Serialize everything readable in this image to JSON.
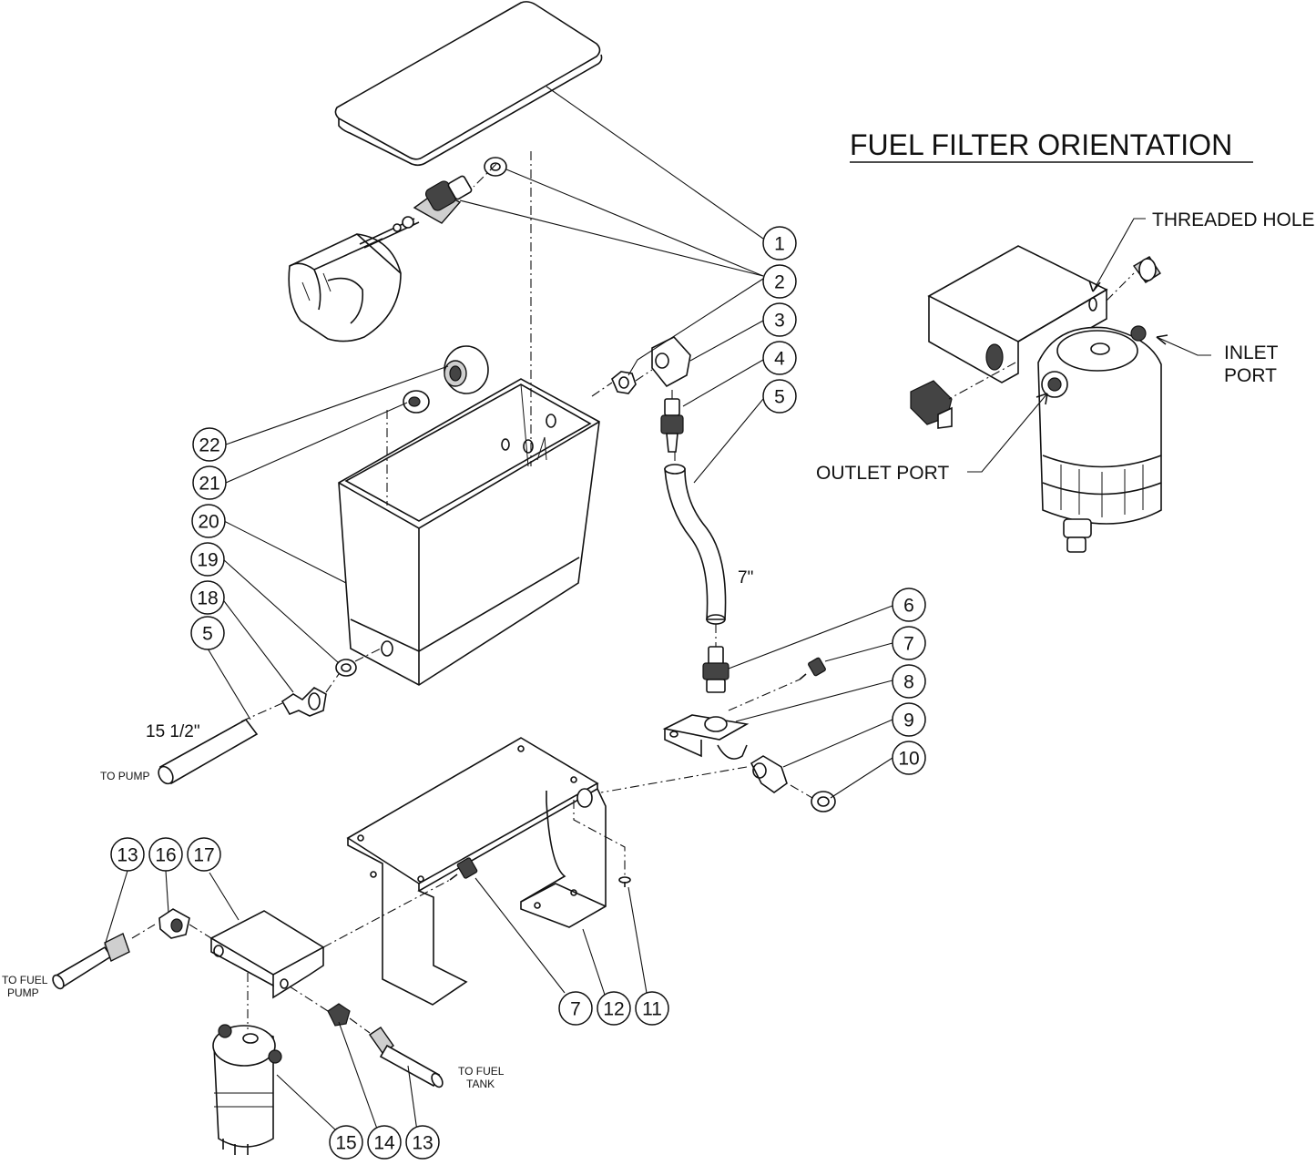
{
  "title": "FUEL FILTER ORIENTATION",
  "callouts": {
    "threaded_hole": "THREADED HOLE",
    "inlet_port_line1": "INLET",
    "inlet_port_line2": "PORT",
    "outlet_port": "OUTLET PORT"
  },
  "notes": {
    "to_pump": "TO PUMP",
    "to_fuel_pump_line1": "TO FUEL",
    "to_fuel_pump_line2": "PUMP",
    "to_fuel_tank_line1": "TO FUEL",
    "to_fuel_tank_line2": "TANK"
  },
  "dimensions": {
    "hose_upper": "7\"",
    "hose_lower": "15 1/2\""
  },
  "bubbles": {
    "b1": "1",
    "b2": "2",
    "b3": "3",
    "b4": "4",
    "b5a": "5",
    "b6": "6",
    "b7a": "7",
    "b8": "8",
    "b9": "9",
    "b10": "10",
    "b22": "22",
    "b21": "21",
    "b20": "20",
    "b19": "19",
    "b18": "18",
    "b5b": "5",
    "b13a": "13",
    "b16": "16",
    "b17": "17",
    "b7b": "7",
    "b12": "12",
    "b11": "11",
    "b15": "15",
    "b14": "14",
    "b13b": "13"
  }
}
